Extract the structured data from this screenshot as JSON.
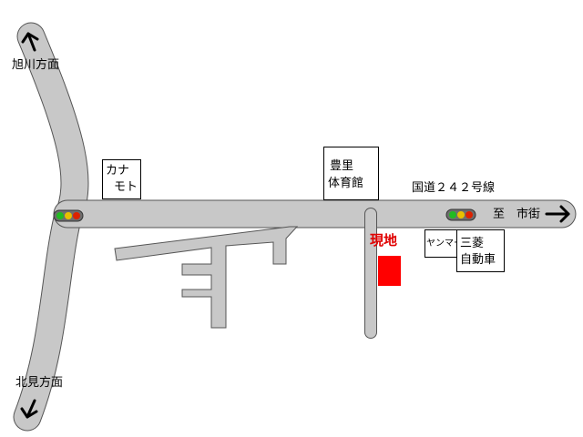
{
  "colors": {
    "road": "#c8c8c8",
    "road_edge": "#555555",
    "site_marker": "#ff0000",
    "site_label": "#e00000",
    "signal_body": "#6e6e6e",
    "signal_green": "#22bb22",
    "signal_yellow": "#e8c000",
    "signal_red": "#dd2200"
  },
  "directions": {
    "north": "旭川方面",
    "south": "北見方面",
    "east": "至　市街"
  },
  "route_label": "国道２４２号線",
  "landmarks": {
    "kanamoto": {
      "line1": "カナ",
      "line2": "モト"
    },
    "gym": {
      "line1": "豊里",
      "line2": "体育館"
    },
    "yanmar": "ヤンマー",
    "mitsubishi": {
      "line1": "三菱",
      "line2": "自動車"
    }
  },
  "site": {
    "label": "現地"
  },
  "icons": {
    "arrow_north": "arrow-up-icon",
    "arrow_south": "arrow-down-icon",
    "arrow_east": "arrow-right-icon",
    "signal": "traffic-light-icon"
  }
}
